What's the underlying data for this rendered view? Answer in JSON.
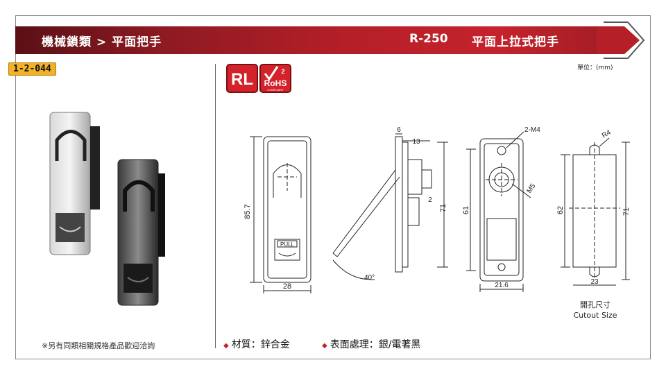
{
  "header": {
    "category_path": "機械鎖類 > 平面把手",
    "model": "R-250",
    "product_name": "平面上拉式把手",
    "banner_color": "#b51f28"
  },
  "code_badge": "1-2-044",
  "unit_label": "單位：(mm)",
  "logos": {
    "rl": "RL",
    "rohs": "RoHS",
    "rohs_sub": "COMPLIANT",
    "rohs_check": "2"
  },
  "drawing": {
    "front": {
      "width": "28",
      "height": "85.7",
      "pull_text": "PULL"
    },
    "side": {
      "d_top": "6",
      "d_13": "13",
      "d_2": "2",
      "d_71": "71",
      "angle": "40°"
    },
    "back": {
      "screw": "2-M4",
      "thread": "M5",
      "d_61": "61",
      "d_216": "21.6"
    },
    "cutout": {
      "radius": "R4",
      "d_62": "62",
      "d_71": "71",
      "d_23": "23"
    }
  },
  "cutout_label": {
    "zh": "開孔尺寸",
    "en": "Cutout Size"
  },
  "footer": {
    "note": "※另有同類相關規格產品歡迎洽詢",
    "material": "材質：鋅合金",
    "surface": "表面處理：銀/電著黑",
    "bullet": "◆"
  }
}
